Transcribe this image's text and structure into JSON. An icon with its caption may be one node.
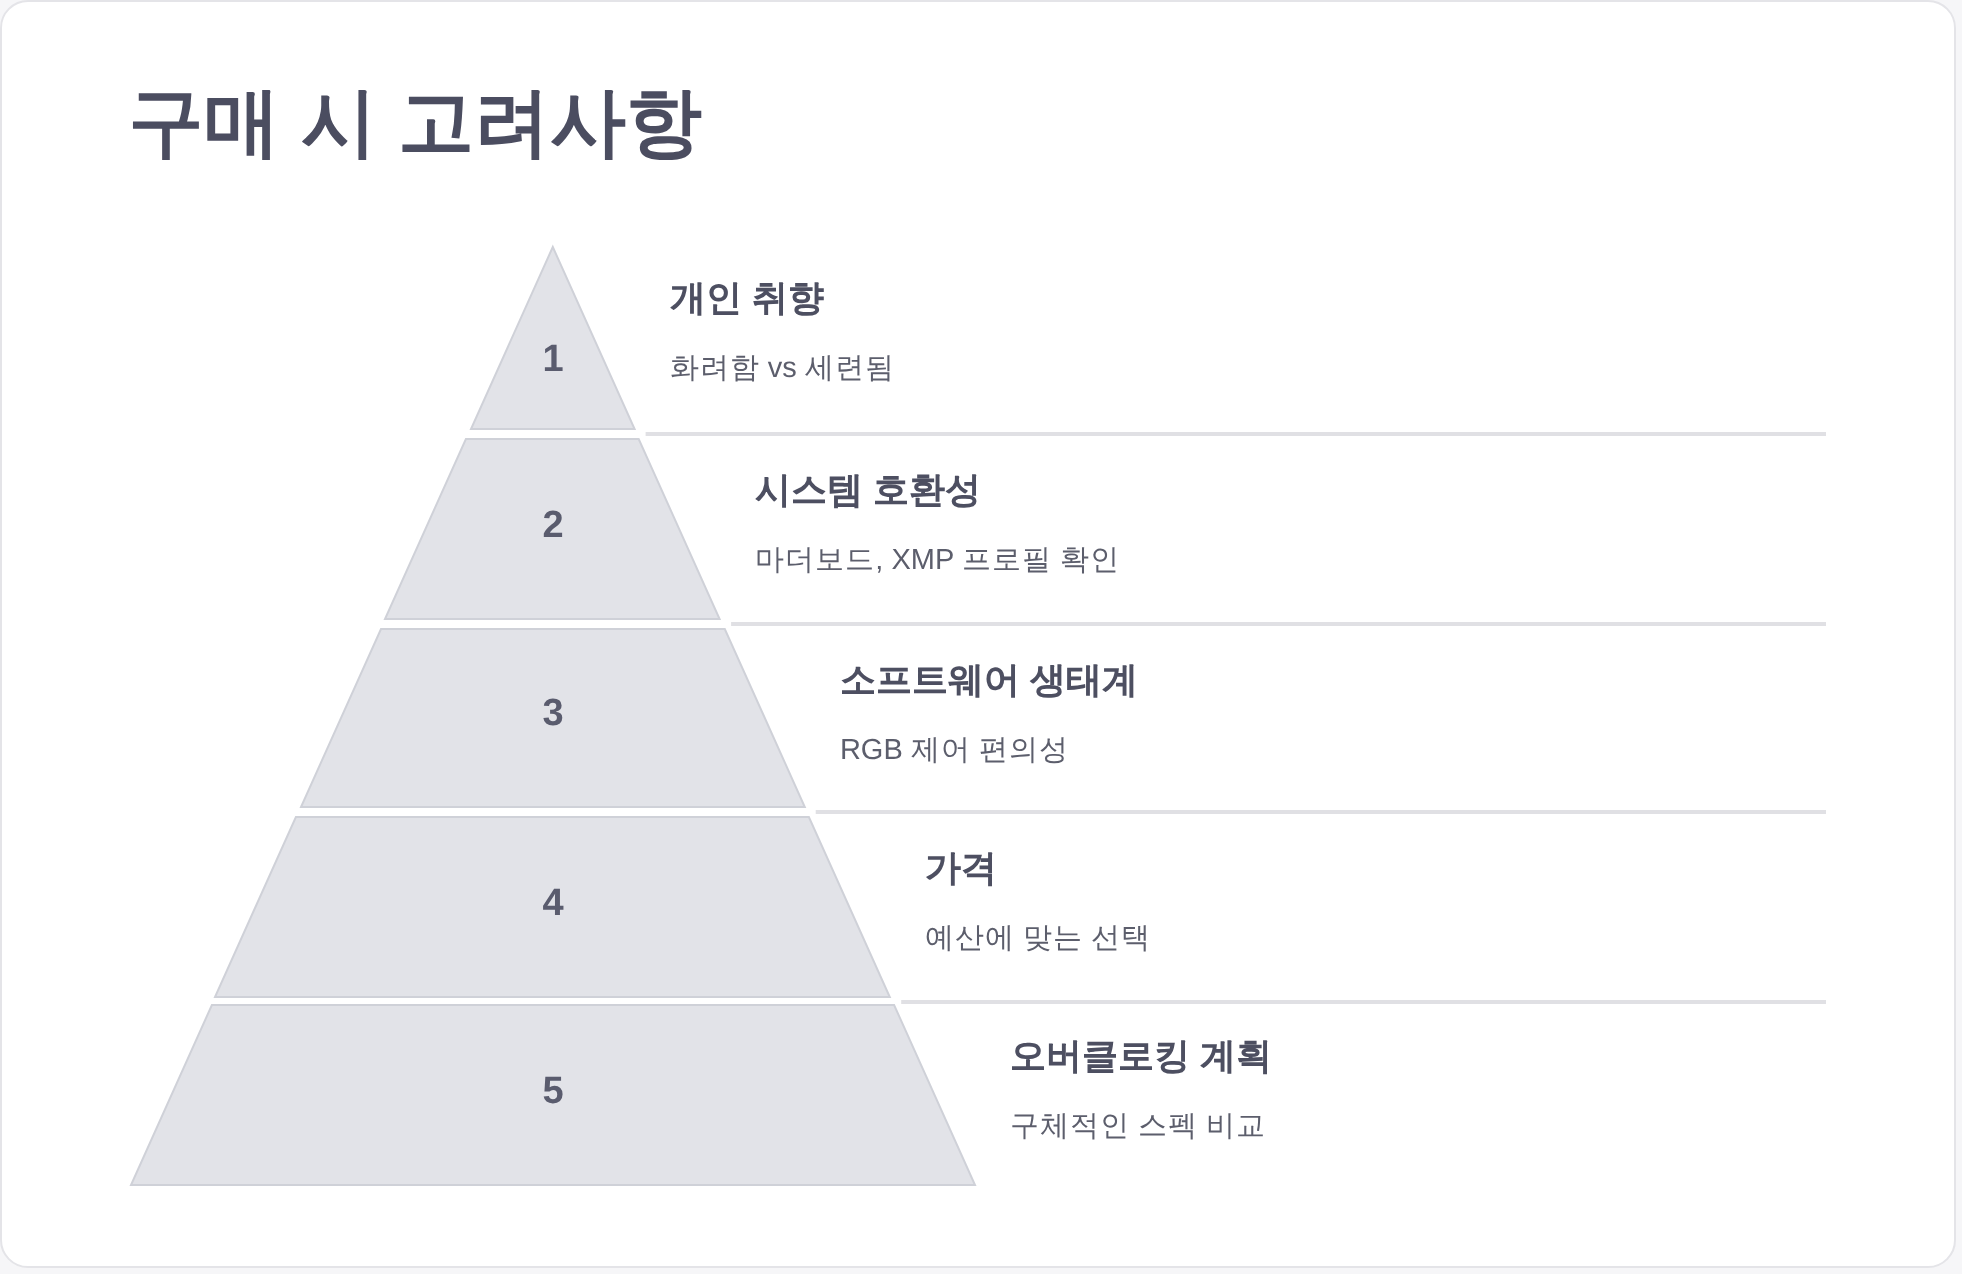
{
  "diagram": {
    "title": "구매 시 고려사항",
    "nodes": [
      {
        "text": [
          "1"
        ],
        "beside": [
          "개인 취향",
          "화려함 vs 세련됨"
        ]
      },
      {
        "text": [
          "2"
        ],
        "beside": [
          "시스템 호환성",
          "마더보드, XMP 프로필 확인"
        ]
      },
      {
        "text": [
          "3"
        ],
        "beside": [
          "소프트웨어 생태계",
          "RGB 제어 편의성"
        ]
      },
      {
        "text": [
          "4"
        ],
        "beside": [
          "가격",
          "예산에 맞는 선택"
        ]
      },
      {
        "text": [
          "5"
        ],
        "beside": [
          "오버클로킹 계획",
          "구체적인 스펙 비교"
        ]
      }
    ]
  }
}
